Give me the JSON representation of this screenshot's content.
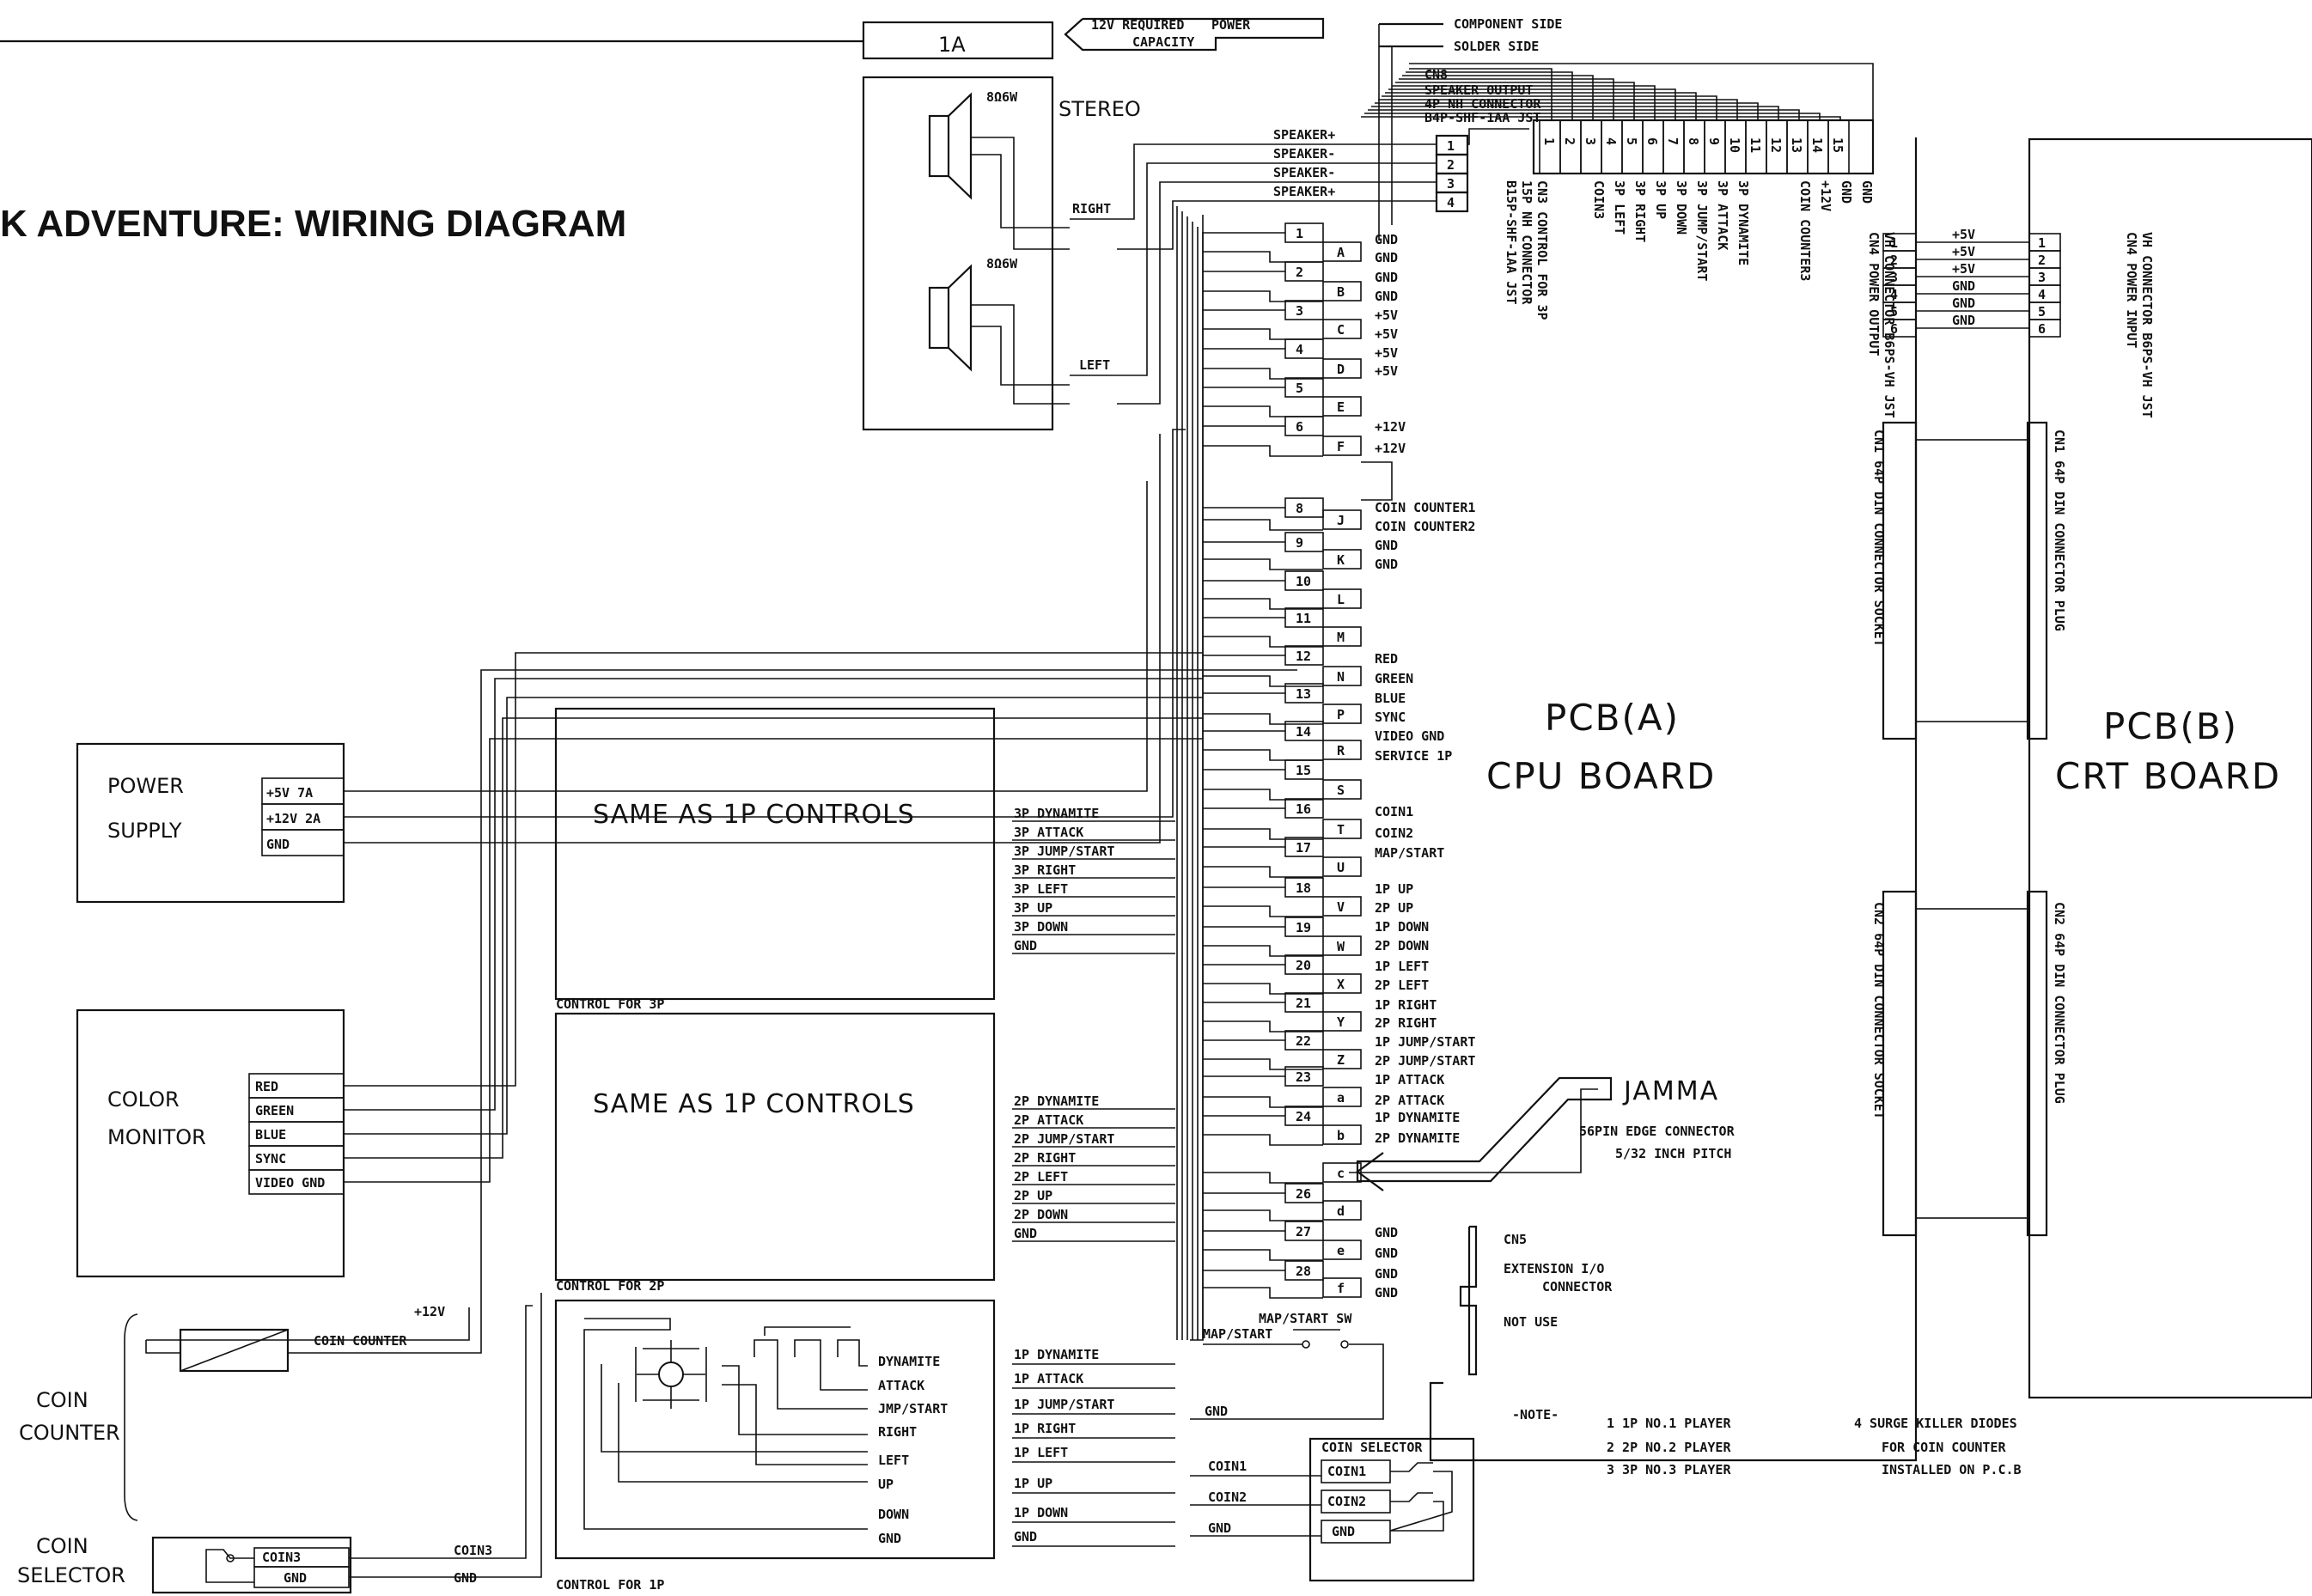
{
  "title": "K ADVENTURE: WIRING DIAGRAM",
  "fuse": "1A",
  "power_note": [
    "12V REQUIRED",
    "POWER",
    "CAPACITY"
  ],
  "component_side": "COMPONENT  SIDE",
  "solder_side": "SOLDER SIDE",
  "speaker": {
    "stereo": "STEREO",
    "rating": "8Ω6W",
    "right": "RIGHT",
    "left": "LEFT",
    "wires": [
      "SPEAKER+",
      "SPEAKER-",
      "SPEAKER-",
      "SPEAKER+"
    ]
  },
  "cn8": {
    "lines": [
      "CN8",
      "SPEAKER OUTPUT",
      "4P NH CONNECTOR",
      "B4P-SHF-1AA   JST"
    ],
    "pins": [
      "1",
      "2",
      "3",
      "4"
    ]
  },
  "cn3": {
    "pins": [
      "1",
      "2",
      "3",
      "4",
      "5",
      "6",
      "7",
      "8",
      "9",
      "10",
      "11",
      "12",
      "13",
      "14",
      "15"
    ],
    "label_lines": [
      "CN3 CONTROL FOR 3P",
      "15P NH CONNECTOR",
      "B15P-SHF-1AA JST"
    ],
    "signals": [
      "COIN3",
      "3P LEFT",
      "3P RIGHT",
      "3P UP",
      "3P DOWN",
      "3P JUMP/START",
      "3P ATTACK",
      "3P DYNAMITE",
      "COIN COUNTER3",
      "+12V",
      "GND",
      "GND"
    ]
  },
  "cn4": {
    "label_lines": [
      "CN4 POWER OUTPUT",
      "VH CONNECTOR B6PS-VH JST"
    ],
    "pins": [
      "1",
      "2",
      "3",
      "4",
      "5",
      "6"
    ],
    "wires": [
      "+5V",
      "+5V",
      "+5V",
      "GND",
      "GND",
      "GND"
    ]
  },
  "cn4_input": {
    "label_lines": [
      "CN4 POWER INPUT",
      "VH CONNECTOR B6PS-VH JST"
    ],
    "pins": [
      "1",
      "2",
      "3",
      "4",
      "5",
      "6"
    ]
  },
  "cn1_socket": "CN1 64P DIN CONNECTOR SOCKET",
  "cn1_plug": "CN1 64P DIN CONNECTOR PLUG",
  "cn2_socket": "CN2 64P DIN CONNECTOR SOCKET",
  "cn2_plug": "CN2 64P DIN CONNECTOR PLUG",
  "pcb_a": [
    "PCB(A)",
    "CPU BOARD"
  ],
  "pcb_b": [
    "PCB(B)",
    "CRT BOARD"
  ],
  "jamma": {
    "label": "JAMMA",
    "desc": [
      "56PIN EDGE   CONNECTOR",
      "5/32   INCH PITCH"
    ],
    "component_pins": [
      "1",
      "2",
      "3",
      "4",
      "5",
      "6",
      "8",
      "9",
      "10",
      "11",
      "12",
      "13",
      "14",
      "15",
      "16",
      "17",
      "18",
      "19",
      "20",
      "21",
      "22",
      "23",
      "24",
      "26",
      "27",
      "28"
    ],
    "solder_pins": [
      "A",
      "B",
      "C",
      "D",
      "E",
      "F",
      "J",
      "K",
      "L",
      "M",
      "N",
      "P",
      "R",
      "S",
      "T",
      "U",
      "V",
      "W",
      "X",
      "Y",
      "Z",
      "a",
      "b",
      "c",
      "d",
      "e",
      "f"
    ],
    "signals": [
      "GND",
      "GND",
      "GND",
      "GND",
      "+5V",
      "+5V",
      "+5V",
      "+5V",
      "+12V",
      "+12V",
      "COIN COUNTER1",
      "COIN COUNTER2",
      "GND",
      "GND",
      "RED",
      "GREEN",
      "BLUE",
      "SYNC",
      "VIDEO GND",
      "SERVICE  1P",
      "COIN1",
      "COIN2",
      "MAP/START",
      "1P UP",
      "2P UP",
      "1P DOWN",
      "2P DOWN",
      "1P LEFT",
      "2P LEFT",
      "1P RIGHT",
      "2P RIGHT",
      "1P JUMP/START",
      "2P JUMP/START",
      "1P ATTACK",
      "2P ATTACK",
      "1P DYNAMITE",
      "2P DYNAMITE",
      "GND",
      "GND",
      "GND",
      "GND"
    ]
  },
  "cn5": {
    "label": "CN5",
    "lines": [
      "EXTENSION I/O",
      "CONNECTOR"
    ],
    "note": "NOT USE"
  },
  "power_supply": {
    "title": [
      "POWER",
      "SUPPLY"
    ],
    "rows": [
      "+5V  7A",
      "+12V  2A",
      "GND"
    ]
  },
  "monitor": {
    "title": [
      "COLOR",
      "MONITOR"
    ],
    "rows": [
      "RED",
      "GREEN",
      "BLUE",
      "SYNC",
      "VIDEO  GND"
    ]
  },
  "p3": {
    "same": "SAME AS 1P CONTROLS",
    "caption": "CONTROL FOR 3P",
    "rows": [
      "3P DYNAMITE",
      "3P ATTACK",
      "3P JUMP/START",
      "3P RIGHT",
      "3P LEFT",
      "3P UP",
      "3P DOWN",
      "GND"
    ]
  },
  "p2": {
    "same": "SAME AS 1P CONTROLS",
    "caption": "CONTROL FOR 2P",
    "rows": [
      "2P DYNAMITE",
      "2P ATTACK",
      "2P JUMP/START",
      "2P RIGHT",
      "2P LEFT",
      "2P UP",
      "2P DOWN",
      "GND"
    ]
  },
  "p1": {
    "caption": "CONTROL FOR 1P",
    "switch_labels": [
      "DYNAMITE",
      "ATTACK",
      "JMP/START",
      "RIGHT",
      "LEFT",
      "UP",
      "DOWN",
      "GND"
    ],
    "rows": [
      "1P DYNAMITE",
      "1P ATTACK",
      "1P JUMP/START",
      "1P RIGHT",
      "1P LEFT",
      "1P UP",
      "1P DOWN",
      "GND"
    ]
  },
  "coin_counter": {
    "v12": "+12V",
    "label": "COIN COUNTER",
    "side": [
      "COIN",
      "COUNTER"
    ]
  },
  "coin_selector_left": {
    "side": [
      "COIN",
      "SELECTOR"
    ],
    "rows": [
      "COIN3",
      "GND"
    ],
    "wires": [
      "COIN3",
      "GND"
    ]
  },
  "map_start": {
    "sw": "MAP/START SW",
    "wire": "MAP/START",
    "gnd": "GND"
  },
  "coin_selector_right": {
    "title": "COIN SELECTOR",
    "rows": [
      "COIN1",
      "COIN2",
      "GND"
    ],
    "wires": [
      "COIN1",
      "COIN2",
      "GND"
    ]
  },
  "notes": {
    "header": "-NOTE-",
    "items": [
      "1   1P NO.1 PLAYER",
      "2   2P NO.2 PLAYER",
      "3   3P NO.3 PLAYER"
    ],
    "surge": [
      "4   SURGE KILLER DIODES",
      "FOR COIN COUNTER",
      "INSTALLED ON P.C.B"
    ]
  }
}
